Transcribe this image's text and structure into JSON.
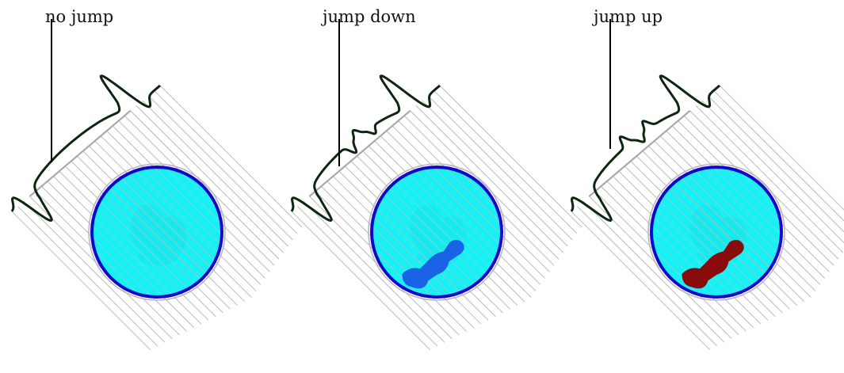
{
  "panels": [
    {
      "label": "no jump",
      "jump": "none"
    },
    {
      "label": "jump down",
      "jump": "down"
    },
    {
      "label": "jump up",
      "jump": "up"
    }
  ],
  "colors": {
    "projection_lines": "#c0c0c0",
    "ring_outer": "#b9b6c4",
    "ring_blue": "#1408c8",
    "disk_fill": "#15f1f5",
    "disk_pattern": "#19e6ea",
    "profile": "#0e2610",
    "profile_baseline": "#a9a9a9",
    "pointer": "#000000",
    "inclusion_down": "#1a63e6",
    "inclusion_up": "#8a0b0b"
  }
}
